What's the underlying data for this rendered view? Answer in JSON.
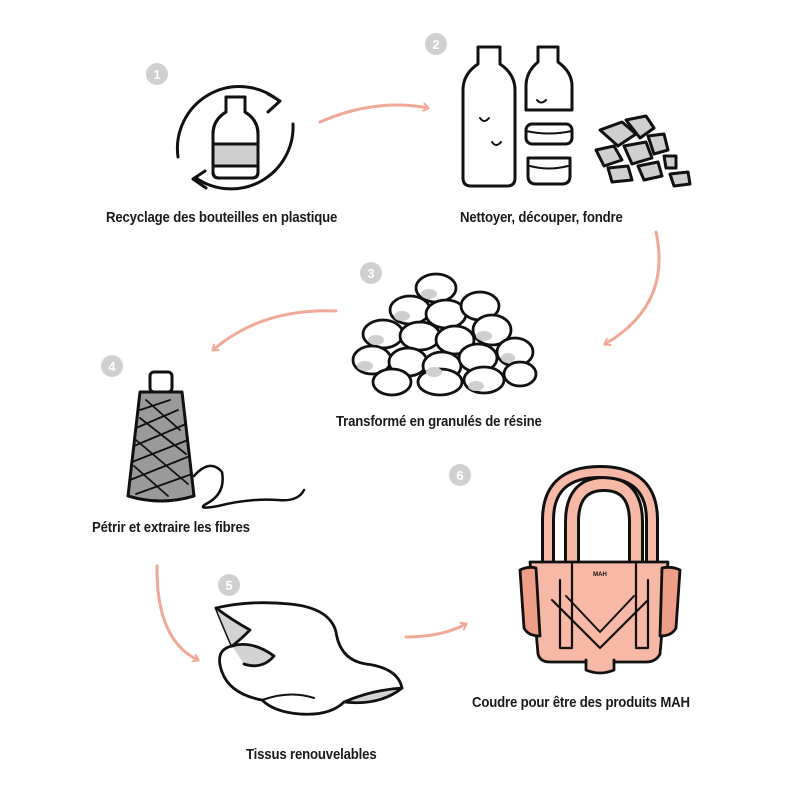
{
  "colors": {
    "arrow": "#f0a996",
    "badge": "#d0d0d0",
    "outline": "#111111",
    "bag_fill": "#f7b9a5",
    "bag_dark": "#ee9d86"
  },
  "steps": [
    {
      "number": "1",
      "label": "Recyclage des bouteilles en plastique",
      "icon": "recycle-bottle-icon"
    },
    {
      "number": "2",
      "label": "Nettoyer, découper, fondre",
      "icon": "bottles-cut-icon"
    },
    {
      "number": "3",
      "label": "Transformé en granulés de résine",
      "icon": "resin-pellets-icon"
    },
    {
      "number": "4",
      "label": "Pétrir et extraire les fibres",
      "icon": "fiber-spool-icon"
    },
    {
      "number": "5",
      "label": "Tissus renouvelables",
      "icon": "fabric-icon"
    },
    {
      "number": "6",
      "label": "Coudre pour être des produits MAH",
      "icon": "tote-bag-icon"
    }
  ],
  "bag_logo": "MAH"
}
